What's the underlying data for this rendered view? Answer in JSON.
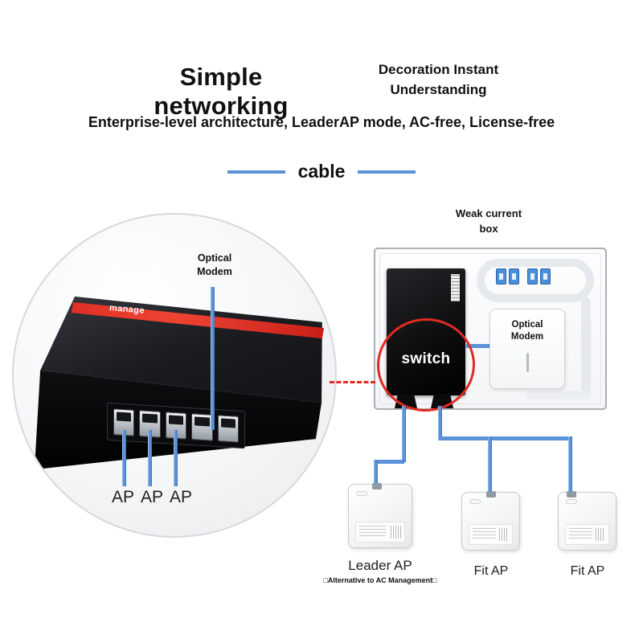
{
  "colors": {
    "cable_blue": "#5b93d8",
    "accent_red": "#e02a22",
    "stripe_red": "#d9251d"
  },
  "header": {
    "title": "Simple networking",
    "tagline": [
      "Decoration Instant",
      "Understanding"
    ],
    "subtitle": "Enterprise-level architecture, LeaderAP mode, AC-free, License-free",
    "cable_label": "cable"
  },
  "zoom_view": {
    "optical_modem_label": [
      "Optical",
      "Modem"
    ],
    "manage_label": "manage",
    "ap_port_labels": [
      "AP",
      "AP",
      "AP"
    ]
  },
  "weak_current_box": {
    "title": [
      "Weak current",
      "box"
    ],
    "switch_label": "switch",
    "optical_modem_label": [
      "Optical",
      "Modem"
    ]
  },
  "access_points": {
    "leader": {
      "label": "Leader AP",
      "note": "□Alternative to AC Management□"
    },
    "fit_1": {
      "label": "Fit AP"
    },
    "fit_2": {
      "label": "Fit AP"
    }
  }
}
